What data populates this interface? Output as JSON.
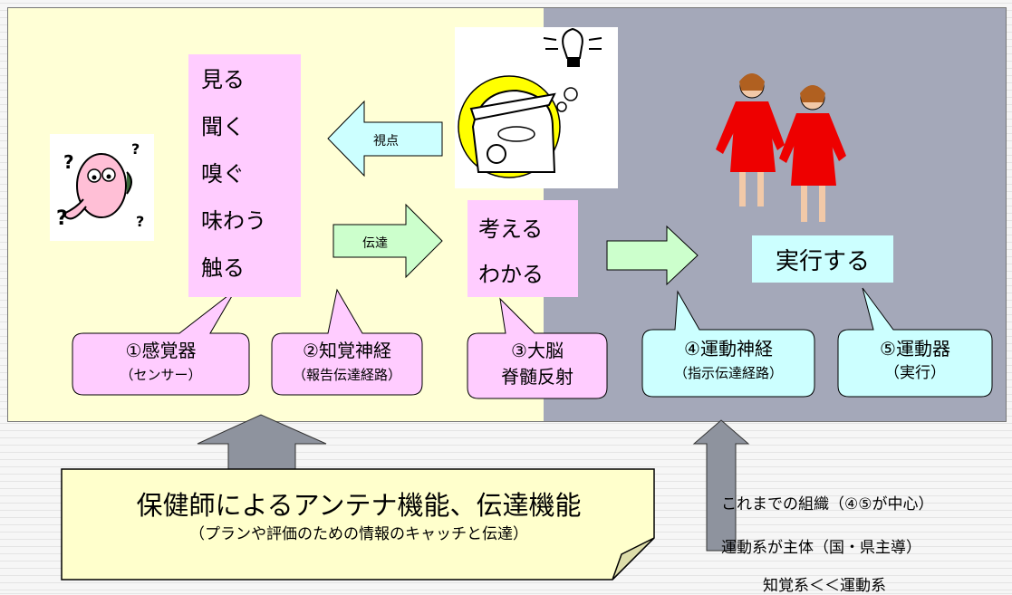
{
  "senses": [
    "見る",
    "聞く",
    "嗅ぐ",
    "味わう",
    "触る"
  ],
  "think": [
    "考える",
    "わかる"
  ],
  "execute": "実行する",
  "arrows": {
    "viewpoint": "視点",
    "transmit": "伝達"
  },
  "callouts": [
    {
      "title": "①感覚器",
      "sub": "（センサー）"
    },
    {
      "title": "②知覚神経",
      "sub": "（報告伝達経路）"
    },
    {
      "title": "③大脳",
      "sub": "脊髄反射"
    },
    {
      "title": "④運動神経",
      "sub": "（指示伝達経路）"
    },
    {
      "title": "⑤運動器",
      "sub": "（実行）"
    }
  ],
  "note": {
    "main": "保健師によるアンテナ機能、伝達機能",
    "sub": "（プランや評価のための情報のキャッチと伝達）"
  },
  "side_notes": [
    "これまでの組織（④⑤が中心）",
    "運動系が主体（国・県主導）",
    "知覚系＜＜運動系"
  ],
  "colors": {
    "frame": "#ffffd6",
    "gray": "#a4a8b9",
    "pink": "#ffccff",
    "cyan": "#ccffff",
    "arrow_fill": "#ccffcc",
    "up_arrow": "#8e939e"
  }
}
